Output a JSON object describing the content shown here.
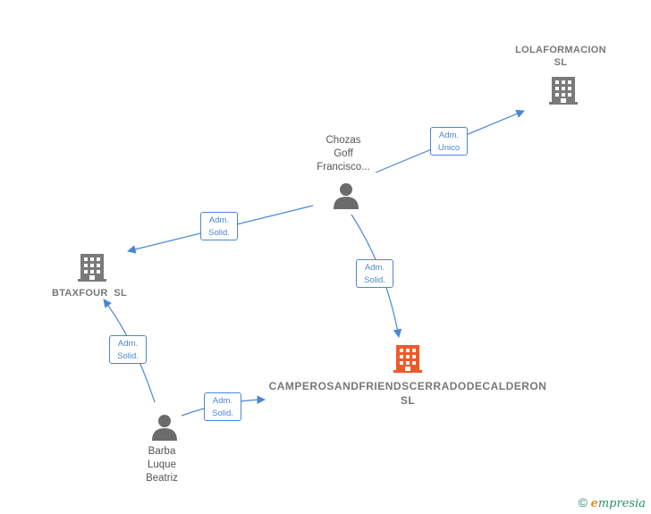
{
  "nodes": {
    "lolaformacion": {
      "line1": "LOLAFORMACION",
      "line2": "SL"
    },
    "chozas": {
      "line1": "Chozas",
      "line2": "Goff",
      "line3": "Francisco..."
    },
    "btaxfour": {
      "label": "BTAXFOUR  SL"
    },
    "campero": {
      "line1": "CAMPEROSANDFRIENDSCERRADODECALDERON",
      "line2": "SL"
    },
    "barba": {
      "line1": "Barba",
      "line2": "Luque",
      "line3": "Beatriz"
    }
  },
  "edges": {
    "chozas_lola": {
      "line1": "Adm.",
      "line2": "Unico"
    },
    "chozas_btax": {
      "line1": "Adm.",
      "line2": "Solid."
    },
    "chozas_campero": {
      "line1": "Adm.",
      "line2": "Solid."
    },
    "barba_btax": {
      "line1": "Adm.",
      "line2": "Solid."
    },
    "barba_campero": {
      "line1": "Adm.",
      "line2": "Solid."
    }
  },
  "colors": {
    "edge": "#4a86d8",
    "company_icon": "#7a7a7a",
    "main_company_icon": "#f05a28",
    "person_icon": "#6b6b6b"
  },
  "footer": {
    "copyright_symbol": "©",
    "brand_e": "e",
    "brand_rest": "mpresia"
  }
}
